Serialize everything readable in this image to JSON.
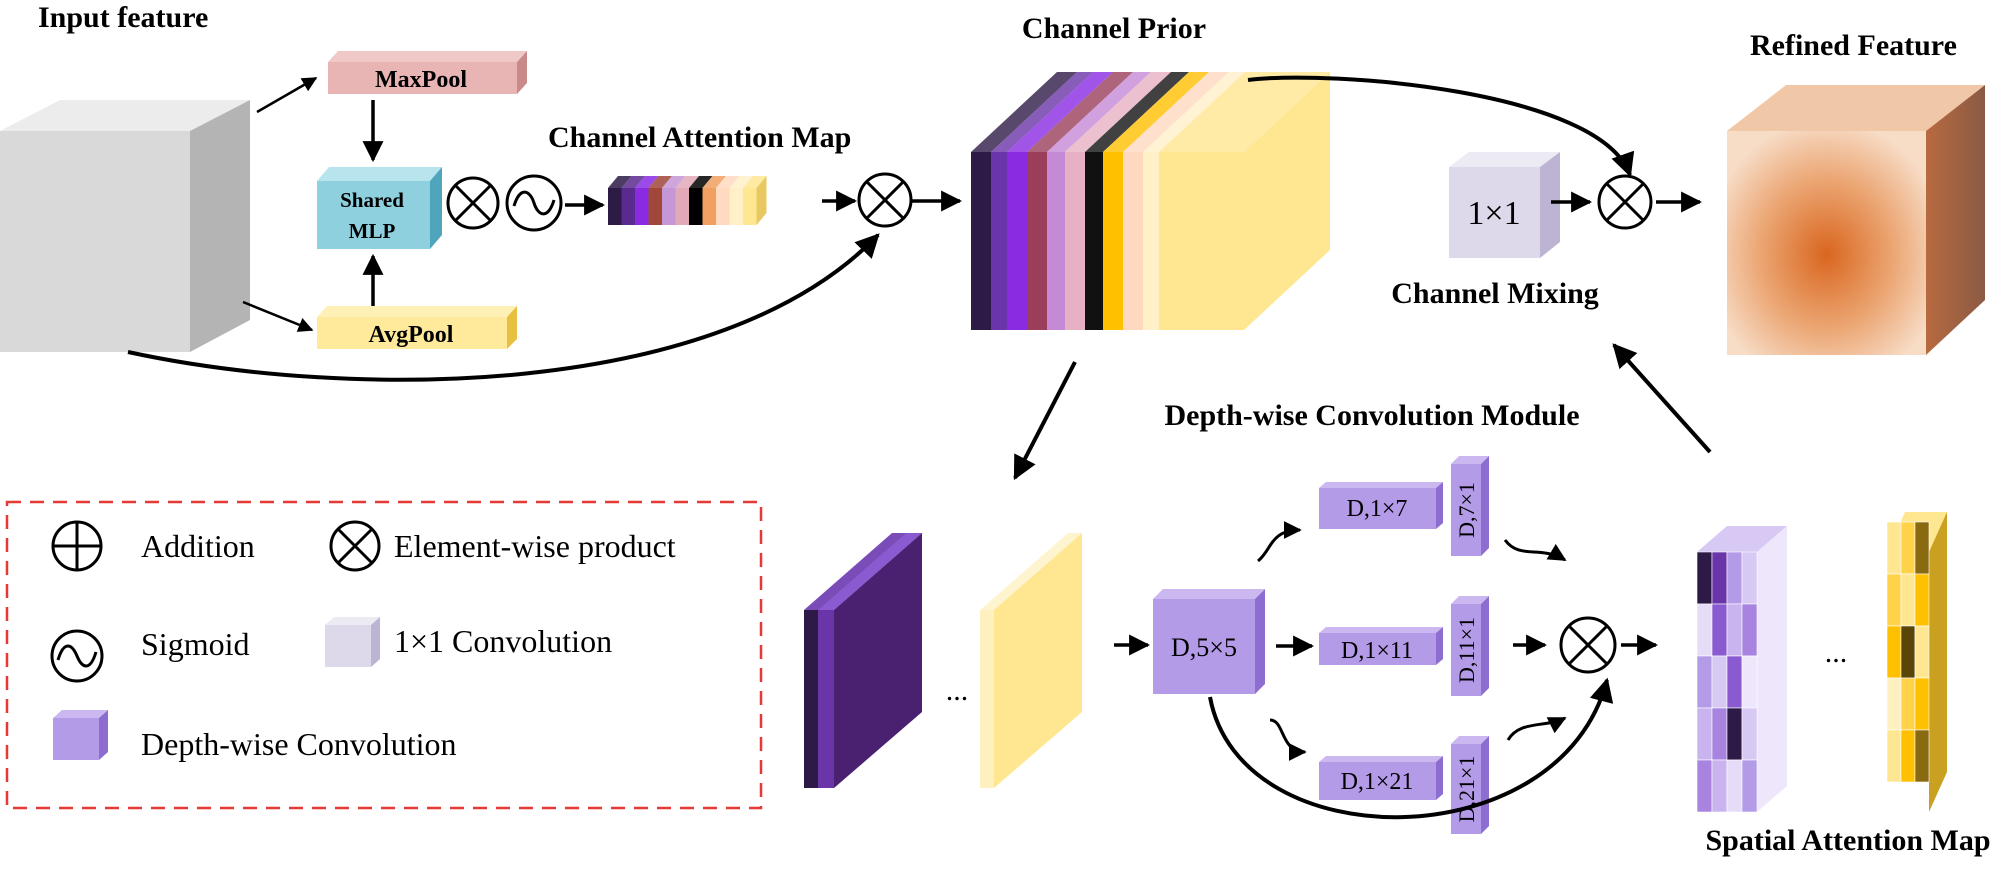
{
  "labels": {
    "input_feature": "Input feature",
    "maxpool": "MaxPool",
    "avgpool": "AvgPool",
    "shared_mlp_line1": "Shared",
    "shared_mlp_line2": "MLP",
    "channel_attention_map": "Channel Attention Map",
    "channel_prior": "Channel Prior",
    "refined_feature": "Refined Feature",
    "conv_1x1": "1×1",
    "channel_mixing": "Channel Mixing",
    "dw_module": "Depth-wise Convolution Module",
    "d_5x5": "D,5×5",
    "d_1x7": "D,1×7",
    "d_7x1": "D,7×1",
    "d_1x11": "D,1×11",
    "d_11x1": "D,11×1",
    "d_1x21": "D,1×21",
    "d_21x1": "D,21×1",
    "spatial_attention_map": "Spatial Attention Map",
    "ellipsis": "..."
  },
  "legend": {
    "addition": "Addition",
    "element_wise": "Element-wise product",
    "sigmoid": "Sigmoid",
    "conv_1x1": "1×1 Convolution",
    "depthwise": "Depth-wise Convolution"
  },
  "colors": {
    "maxpool": "#e8b4b4",
    "avgpool": "#ffe99a",
    "mlp": "#8fd0df",
    "dwconv": "#b49be8",
    "conv1x1": "#ddd8ea",
    "legend_border": "#e53935"
  },
  "channel_palette": [
    "#2e1a47",
    "#5b2a8f",
    "#8a2be2",
    "#a0473a",
    "#c597d6",
    "#e2a9b8",
    "#000000",
    "#f0a060",
    "#ffd9c0",
    "#fff0c8",
    "#ffe690"
  ],
  "prior_palette": [
    "#2e1a47",
    "#6a35a8",
    "#8a2be2",
    "#9a3e5a",
    "#c48ad6",
    "#e8b0c4",
    "#111111",
    "#ffc000",
    "#ffd8c0",
    "#fff0c8",
    "#ffe690"
  ]
}
